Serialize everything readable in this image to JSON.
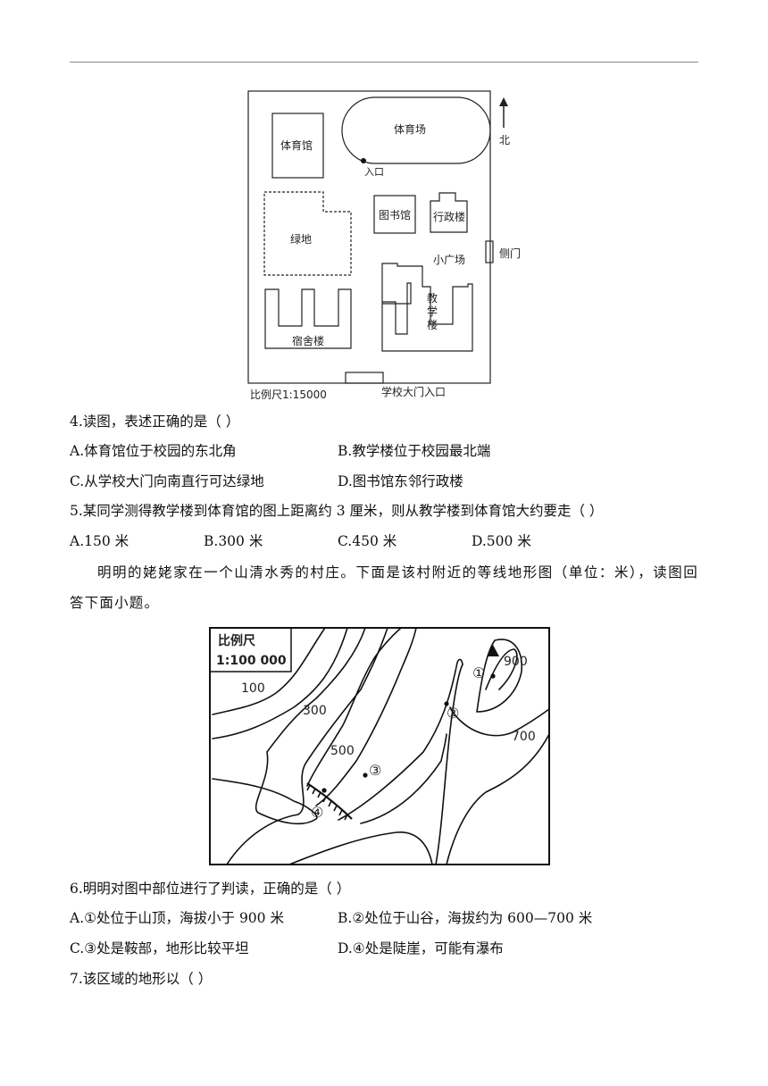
{
  "campus_map": {
    "north": "北",
    "gym": "体育馆",
    "stadium": "体育场",
    "entrance": "入口",
    "green": "绿地",
    "library": "图书馆",
    "admin": "行政楼",
    "plaza": "小广场",
    "side_gate": "侧门",
    "teach_1": "教",
    "teach_2": "学",
    "teach_3": "楼",
    "dorm": "宿舍楼",
    "scale": "比例尺1:15000",
    "main_gate": "学校大门入口"
  },
  "q4": {
    "stem": "4.读图，表述正确的是（    ）",
    "a": "A.体育馆位于校园的东北角",
    "b": "B.教学楼位于校园最北端",
    "c": "C.从学校大门向南直行可达绿地",
    "d": "D.图书馆东邻行政楼"
  },
  "q5": {
    "stem": "5.某同学测得教学楼到体育馆的图上距离约 3 厘米，则从教学楼到体育馆大约要走（    ）",
    "a": "A.150 米",
    "b": "B.300 米",
    "c": "C.450 米",
    "d": "D.500 米"
  },
  "intro": "明明的姥姥家在一个山清水秀的村庄。下面是该村附近的等线地形图（单位：米），读图回答下面小题。",
  "contour_map": {
    "scale_title": "比例尺",
    "scale_value": "1:100 000",
    "l100": "100",
    "l300": "300",
    "l500": "500",
    "l700": "700",
    "l900": "900",
    "p1": "①",
    "p2": "②",
    "p3": "③",
    "p4": "④"
  },
  "q6": {
    "stem": "6.明明对图中部位进行了判读，正确的是（    ）",
    "a": "A.①处位于山顶，海拔小于 900 米",
    "b": "B.②处位于山谷，海拔约为 600—700 米",
    "c": "C.③处是鞍部，地形比较平坦",
    "d": "D.④处是陡崖，可能有瀑布"
  },
  "q7": {
    "stem": "7.该区域的地形以（    ）"
  }
}
